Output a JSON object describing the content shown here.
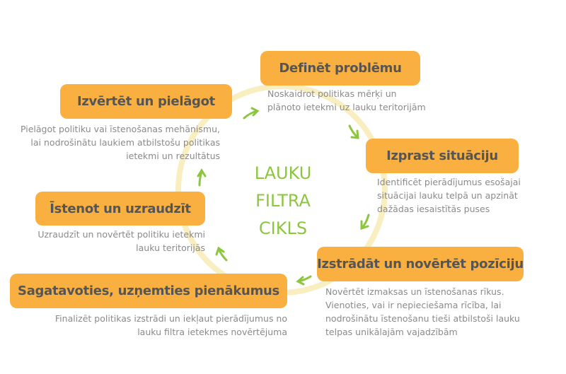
{
  "center_title": [
    "LAUKU",
    "FILTRA",
    "CIKLS"
  ],
  "colors": {
    "box": "#f9b040",
    "ring": "#f9eec0",
    "arrow": "#8cc63f",
    "text": "#555555"
  },
  "steps": [
    {
      "title": "Definēt problēmu",
      "desc": [
        "Noskaidrot politikas mērķi un",
        "plānoto ietekmi uz lauku teritorijām"
      ]
    },
    {
      "title": "Izprast situāciju",
      "desc": [
        "Identificēt pierādījumus esošajai",
        "situācijai lauku telpā un apzināt",
        "dažādas iesaistītās puses"
      ]
    },
    {
      "title": "Izstrādāt un novērtēt pozīciju",
      "desc": [
        "Novērtēt izmaksas un īstenošanas rīkus.",
        "Vienoties, vai ir nepieciešama rīcība, lai",
        "nodrošinātu īstenošanu tieši atbilstoši lauku",
        "telpas unikālajām vajadzībām"
      ]
    },
    {
      "title": "Sagatavoties, uzņemties pienākumus",
      "desc": [
        "Finalizēt politikas izstrādi un iekļaut pierādījumus no",
        "lauku filtra ietekmes novērtējuma"
      ]
    },
    {
      "title": "Īstenot un uzraudzīt",
      "desc": [
        "Uzraudzīt un novērtēt politiku ietekmi",
        "lauku teritorijās"
      ]
    },
    {
      "title": "Izvērtēt un pielāgot",
      "desc": [
        "Pielāgot politiku vai īstenošanas mehānismu,",
        "lai nodrošinātu laukiem atbilstošu politikas",
        "ietekmi un rezultātus"
      ]
    }
  ]
}
